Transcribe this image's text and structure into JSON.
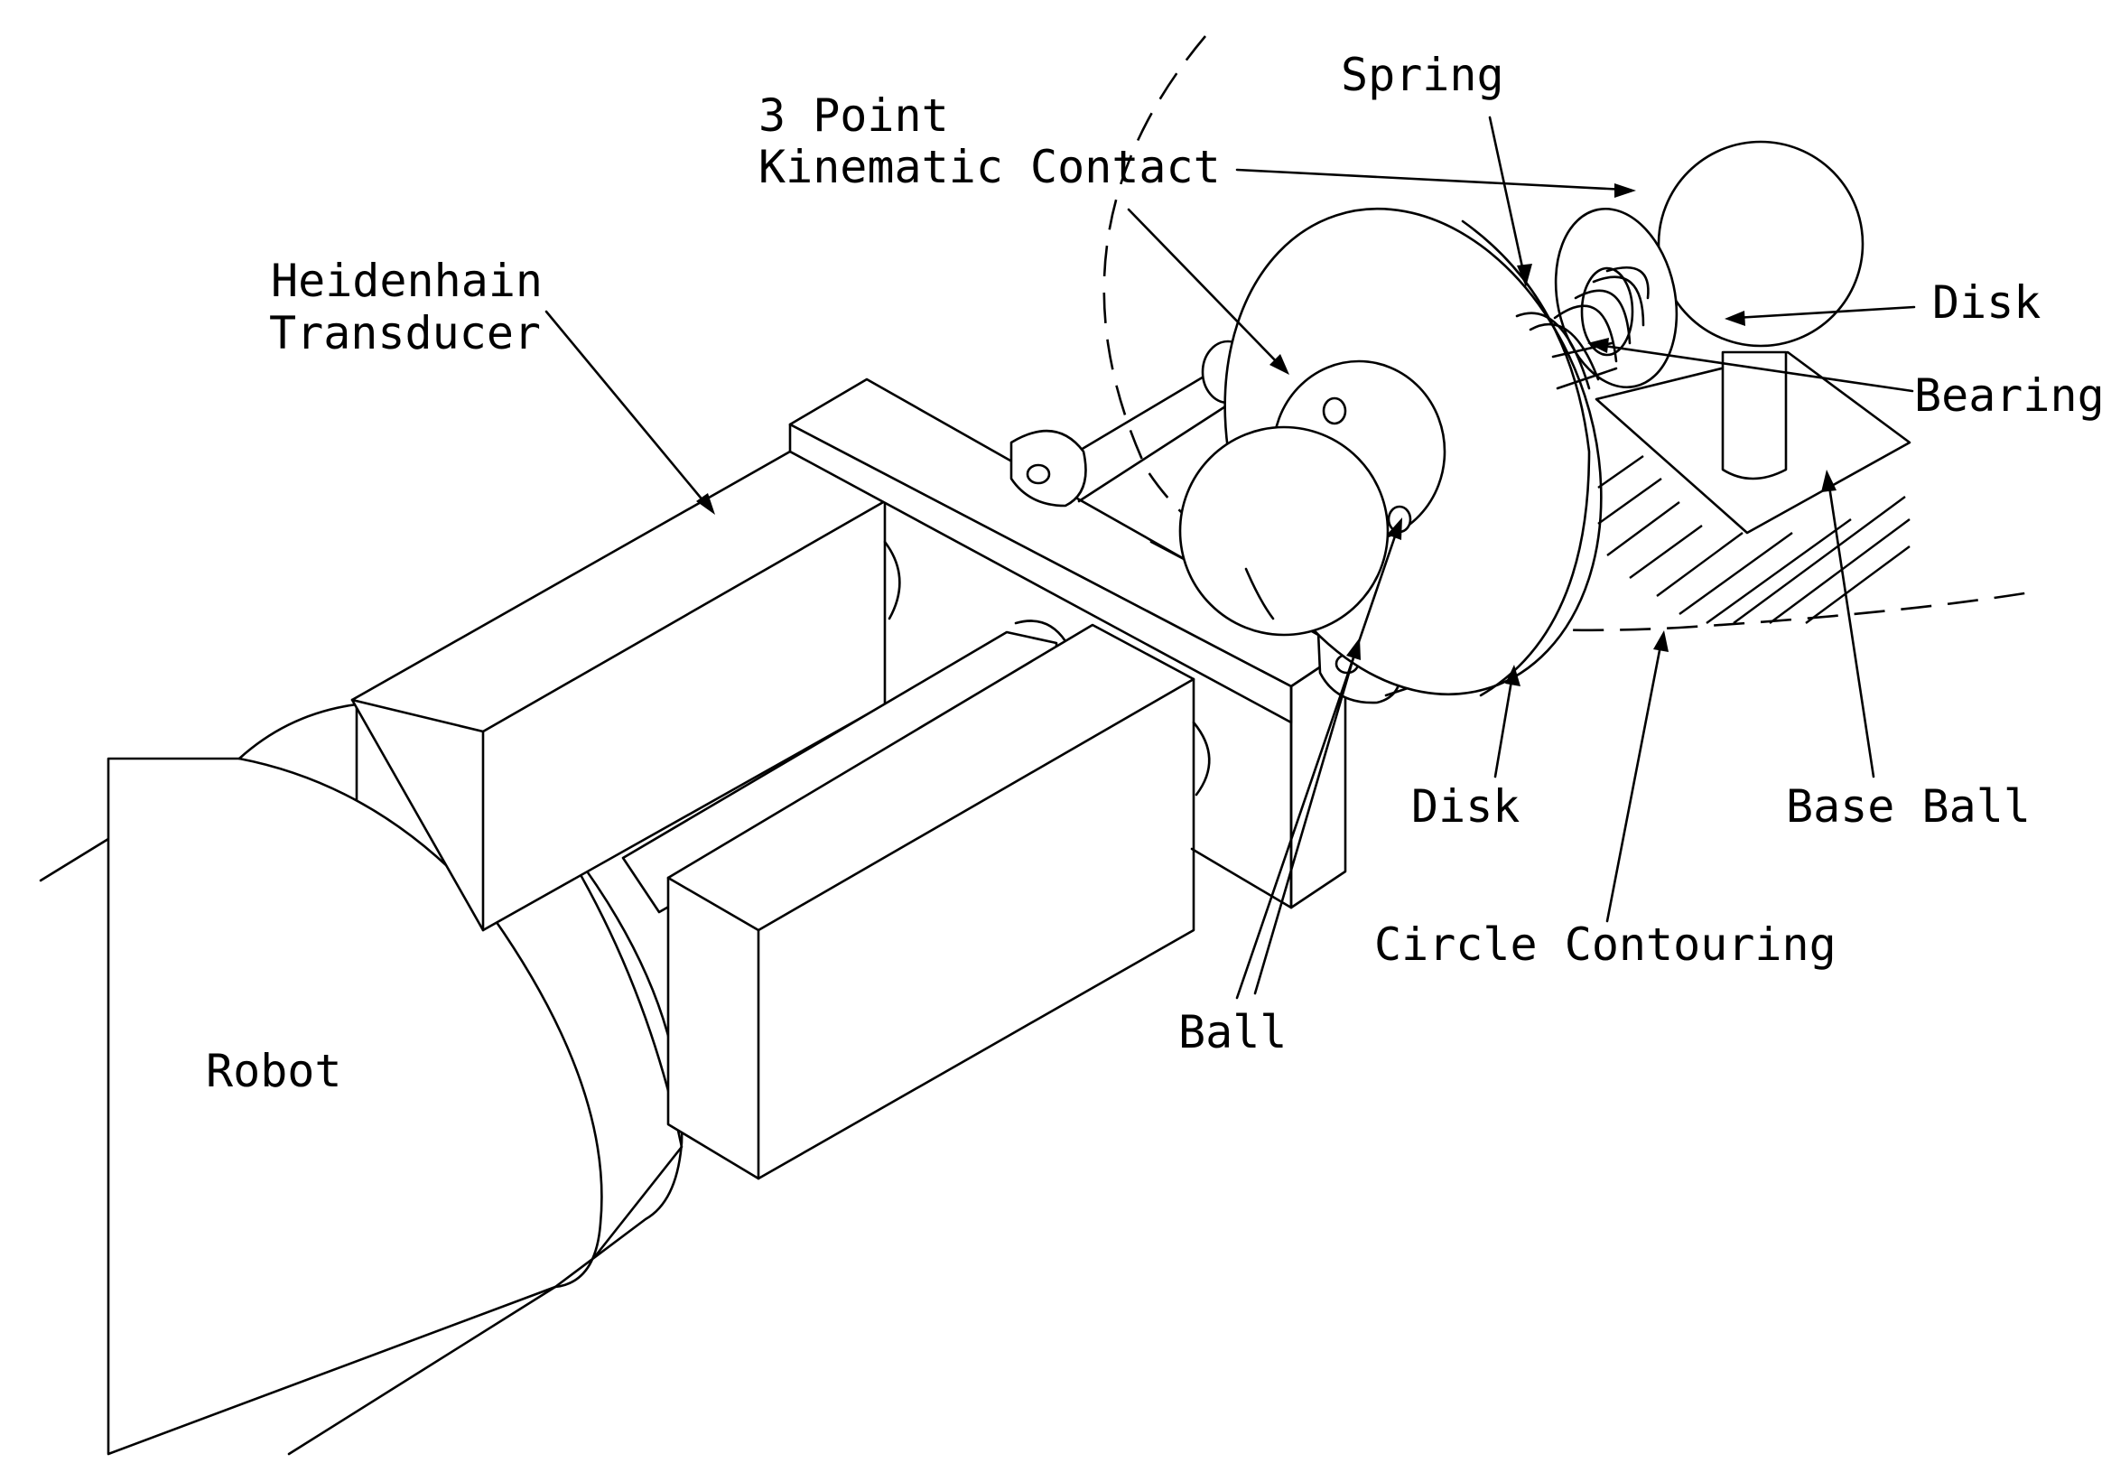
{
  "labels": {
    "heidenhain": [
      "Heidenhain",
      "Transducer"
    ],
    "kinematic": [
      "3 Point",
      "Kinematic Contact"
    ],
    "spring": "Spring",
    "disk_top": "Disk",
    "bearing": "Bearing",
    "disk_bottom": "Disk",
    "base_ball": "Base Ball",
    "circle_contouring": "Circle Contouring",
    "ball": "Ball",
    "robot": "Robot"
  }
}
